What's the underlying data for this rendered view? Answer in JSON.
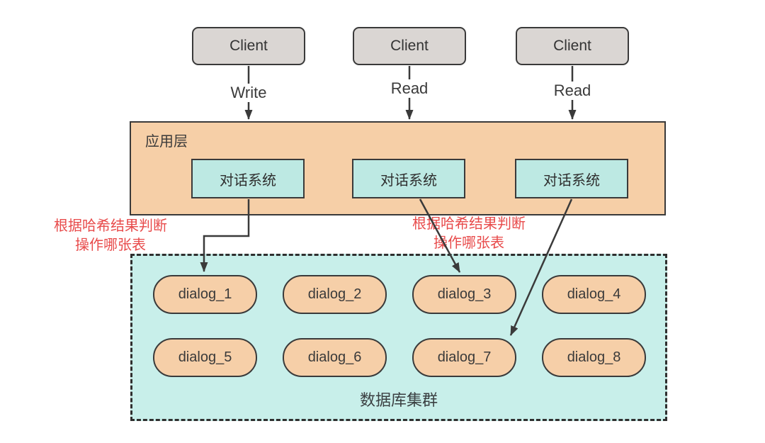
{
  "diagram": {
    "title_hint": "database sharding architecture",
    "clients": [
      {
        "label": "Client",
        "edge_label": "Write"
      },
      {
        "label": "Client",
        "edge_label": "Read"
      },
      {
        "label": "Client",
        "edge_label": "Read"
      }
    ],
    "app_layer": {
      "label": "应用层",
      "systems": [
        {
          "label": "对话系统"
        },
        {
          "label": "对话系统"
        },
        {
          "label": "对话系统"
        }
      ]
    },
    "hash_notes": [
      {
        "line1": "根据哈希结果判断",
        "line2": "操作哪张表"
      },
      {
        "line1": "根据哈希结果判断",
        "line2": "操作哪张表"
      }
    ],
    "db_cluster": {
      "label": "数据库集群",
      "tables": [
        "dialog_1",
        "dialog_2",
        "dialog_3",
        "dialog_4",
        "dialog_5",
        "dialog_6",
        "dialog_7",
        "dialog_8"
      ]
    },
    "connections": [
      {
        "from": "client-1",
        "to": "app-layer",
        "label": "Write"
      },
      {
        "from": "client-2",
        "to": "app-layer",
        "label": "Read"
      },
      {
        "from": "client-3",
        "to": "app-layer",
        "label": "Read"
      },
      {
        "from": "dialog-system-1",
        "to": "dialog_1"
      },
      {
        "from": "dialog-system-2",
        "to": "dialog_3"
      },
      {
        "from": "dialog-system-3",
        "to": "dialog_7"
      }
    ],
    "colors": {
      "border": "#3a3a3a",
      "client_fill": "#dad6d3",
      "app_layer_fill": "#f6cfa7",
      "system_fill": "#bde9e3",
      "cluster_fill": "#c8efea",
      "table_fill": "#f6cfa8",
      "note_red": "#e84b4b",
      "arrow": "#3a3a3a",
      "background": "#ffffff"
    }
  }
}
